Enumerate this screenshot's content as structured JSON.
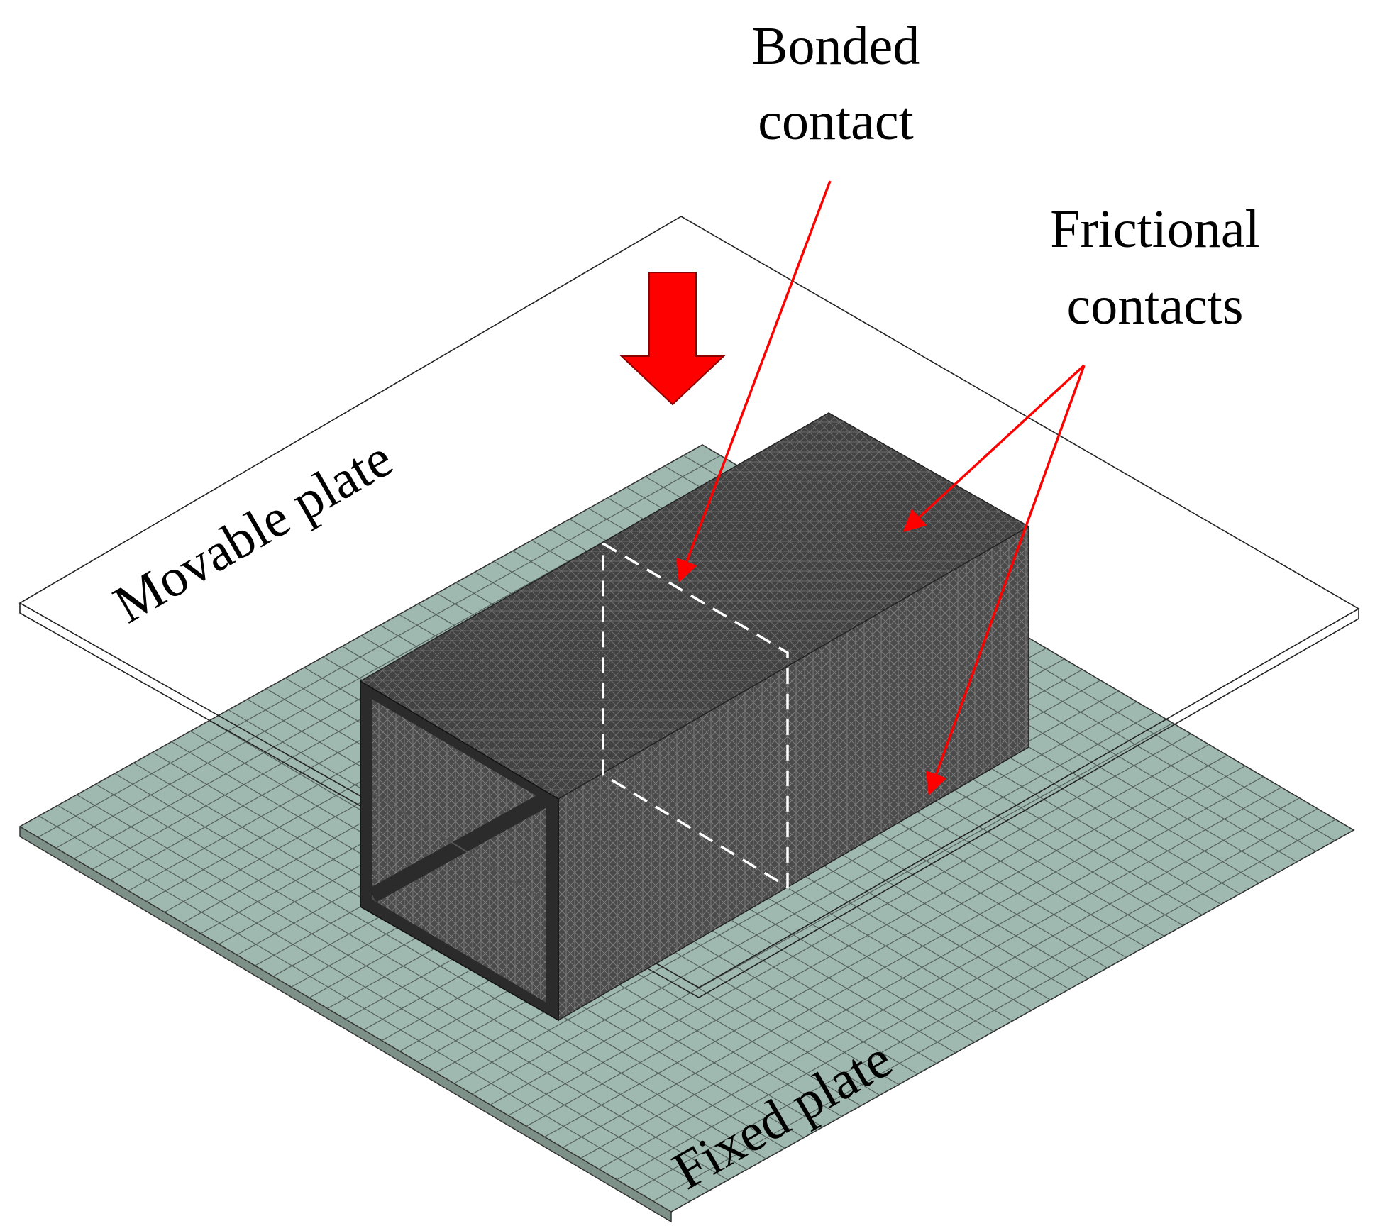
{
  "labels": {
    "bonded_line1": "Bonded",
    "bonded_line2": "contact",
    "frictional_line1": "Frictional",
    "frictional_line2": "contacts",
    "movable_plate": "Movable plate",
    "fixed_plate": "Fixed plate"
  },
  "colors": {
    "fixed_plate_fill": "#9fb9b0",
    "fixed_plate_grid": "#55605c",
    "tube_dark": "#3a3a3a",
    "tube_mesh": "#6a6a6a",
    "load_arrow": "#ff0000",
    "leader_lines": "#ff0000",
    "bonded_section_dash": "#ffffff"
  },
  "icons": {
    "load": "down-arrow-icon"
  }
}
